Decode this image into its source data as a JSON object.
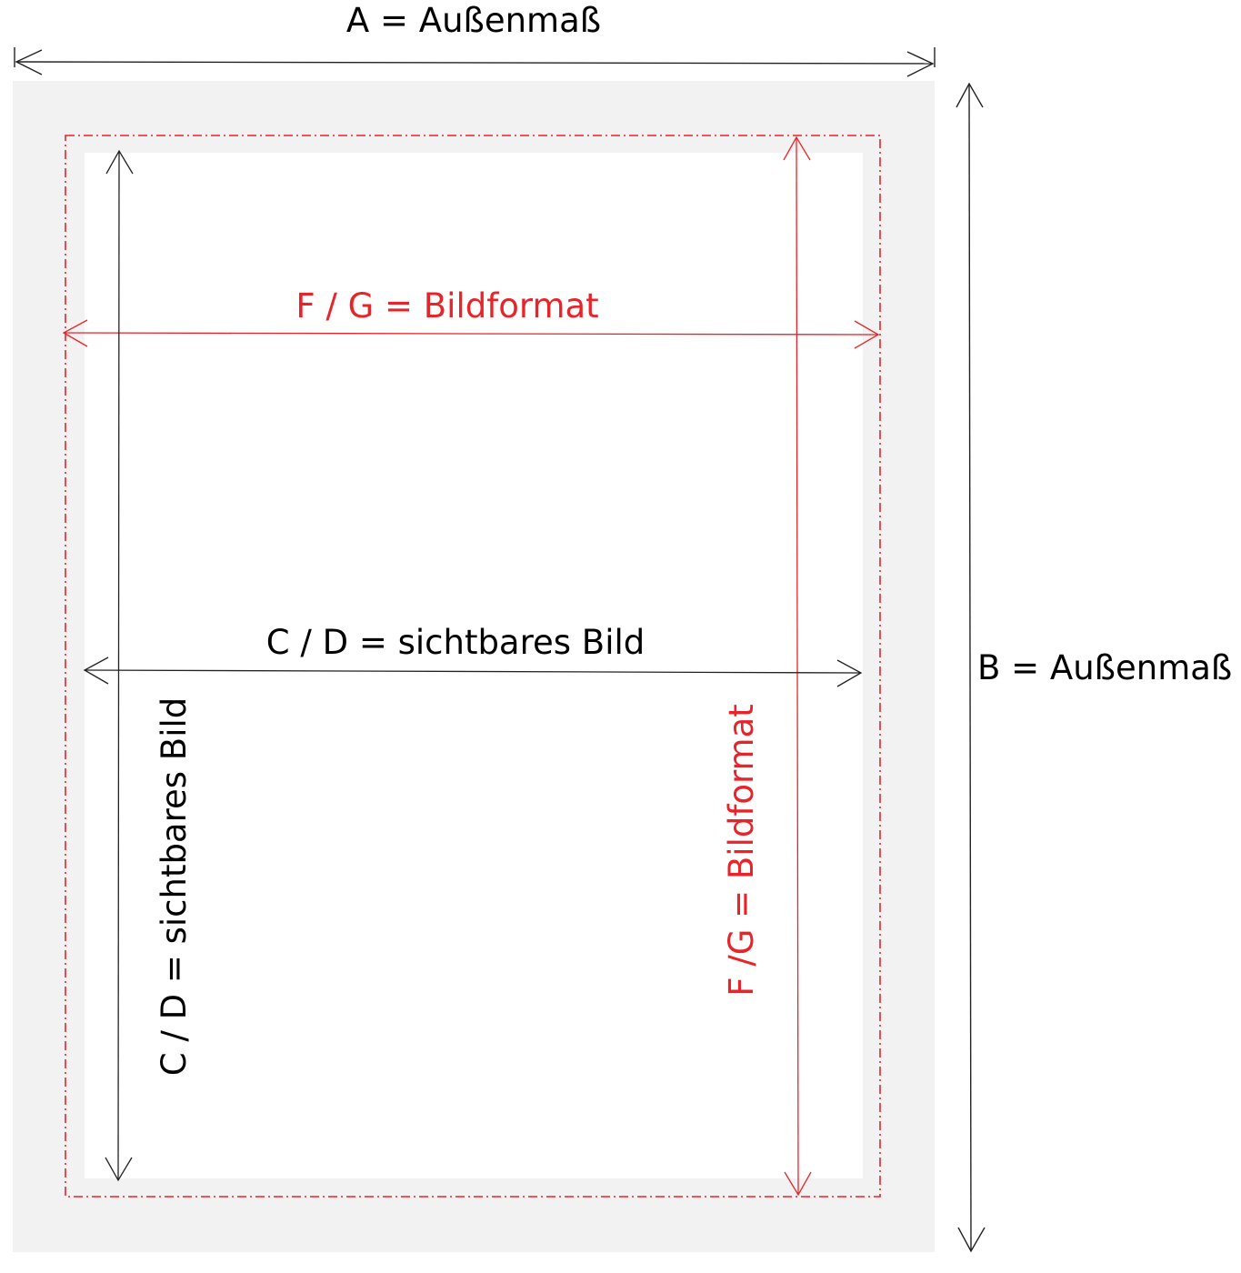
{
  "labels": {
    "a_outer": "A = Außenmaß",
    "b_outer": "B = Außenmaß",
    "fg_horizontal": "F / G = Bildformat",
    "fg_vertical": "F /G = Bildformat",
    "cd_horizontal": "C / D = sichtbares Bild",
    "cd_vertical": "C / D = sichtbares Bild"
  },
  "colors": {
    "frame": "#f2f2f2",
    "visible_area": "#ffffff",
    "format_line": "#e8242a",
    "dimension_line": "#222222",
    "red_text": "#e8242a",
    "black_text": "#000000"
  }
}
